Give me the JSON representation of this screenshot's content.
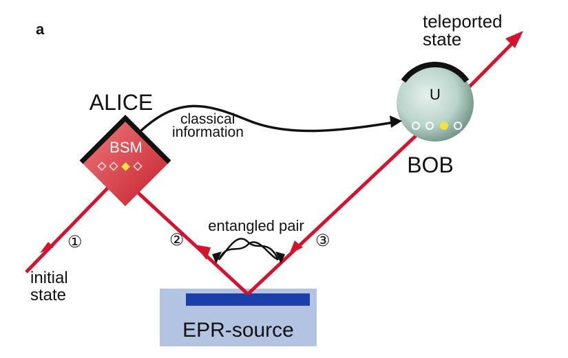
{
  "panel_label": "a",
  "labels": {
    "teleported_state_line1": "teleported",
    "teleported_state_line2": "state",
    "alice": "ALICE",
    "bsm": "BSM",
    "bob": "BOB",
    "bob_operation": "U",
    "classical_info_line1": "classical",
    "classical_info_line2": "information",
    "entangled_pair": "entangled pair",
    "initial_state_line1": "initial",
    "initial_state_line2": "state",
    "epr_source": "EPR-source",
    "marker_1": "①",
    "marker_2": "②",
    "marker_3": "③"
  },
  "colors": {
    "beam": "#d4142f",
    "alice_box": "#e0343f",
    "bob_sphere": "#b9d4ca",
    "epr_box": "#b3c4e3",
    "epr_crystal": "#1a3eaa",
    "highlight": "#f3e23a"
  }
}
